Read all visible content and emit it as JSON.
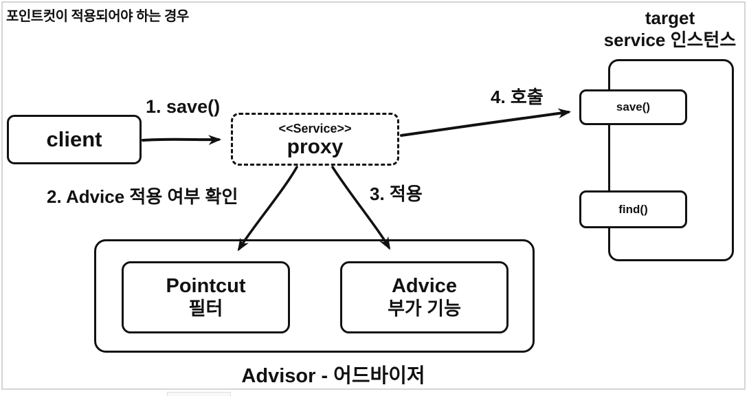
{
  "title": "포인트컷이 적용되어야 하는 경우",
  "colors": {
    "ink": "#111111",
    "frame_border": "#d5d5d5",
    "background": "#ffffff"
  },
  "nodes": {
    "client": {
      "label": "client"
    },
    "proxy": {
      "stereotype": "<<Service>>",
      "label": "proxy"
    },
    "target": {
      "title_line1": "target",
      "title_line2": "service 인스턴스",
      "methods": [
        {
          "label": "save()"
        },
        {
          "label": "find()"
        }
      ]
    },
    "advisor": {
      "caption": "Advisor - 어드바이저",
      "pointcut": {
        "title": "Pointcut",
        "subtitle": "필터"
      },
      "advice": {
        "title": "Advice",
        "subtitle": "부가 기능"
      }
    }
  },
  "edges": {
    "save_call": {
      "label": "1. save()"
    },
    "advice_check": {
      "label": "2. Advice 적용 여부 확인"
    },
    "apply": {
      "label": "3. 적용"
    },
    "invoke": {
      "label": "4. 호출"
    }
  }
}
